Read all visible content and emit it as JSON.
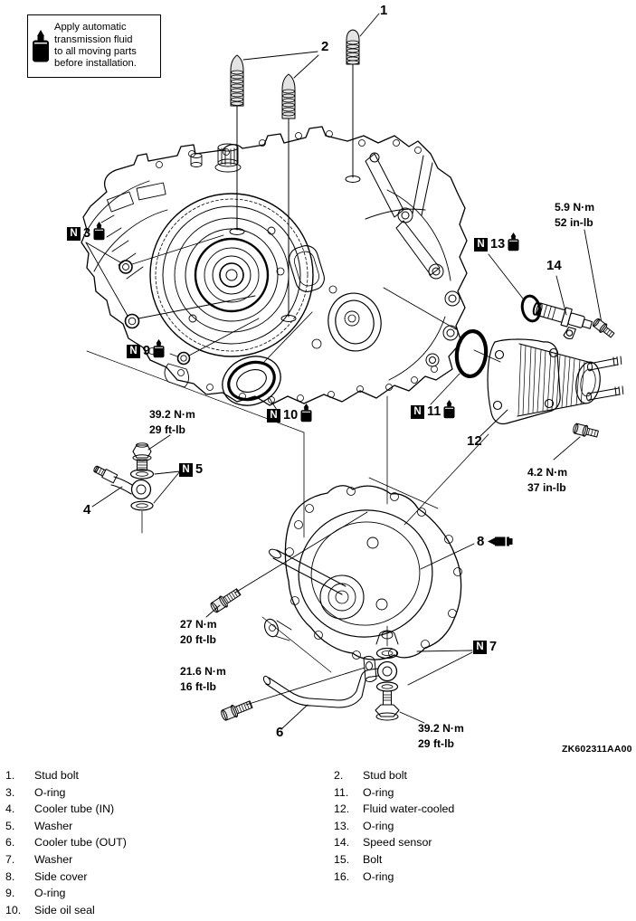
{
  "note": {
    "lines": [
      "Apply automatic",
      "transmission fluid",
      "to all moving parts",
      "before installation."
    ]
  },
  "n_symbol": "N",
  "callouts": {
    "c1": "1",
    "c2": "2",
    "c4": "4",
    "c6": "6",
    "c8": "8",
    "c12": "12",
    "c14": "14"
  },
  "n_callouts": {
    "n3": "3",
    "n5": "5",
    "n7": "7",
    "n9": "9",
    "n10": "10",
    "n11": "11",
    "n13": "13"
  },
  "torque": {
    "speed_sensor_bolt": {
      "metric": "5.9 N·m",
      "imperial": "52 in-lb"
    },
    "cooler_tube_in_bolt": {
      "metric": "39.2 N·m",
      "imperial": "29 ft-lb"
    },
    "water_cooler_bolt": {
      "metric": "4.2 N·m",
      "imperial": "37 in-lb"
    },
    "side_cover_bolt": {
      "metric": "27 N·m",
      "imperial": "20 ft-lb"
    },
    "tube_bracket_bolt": {
      "metric": "21.6 N·m",
      "imperial": "16 ft-lb"
    },
    "cooler_tube_out_bolt": {
      "metric": "39.2 N·m",
      "imperial": "29 ft-lb"
    }
  },
  "ref_code": "ZK602311AA00",
  "legend": {
    "left": [
      {
        "num": "1.",
        "label": "Stud bolt"
      },
      {
        "num": "3.",
        "label": "O-ring"
      },
      {
        "num": "4.",
        "label": "Cooler tube (IN)"
      },
      {
        "num": "5.",
        "label": "Washer"
      },
      {
        "num": "6.",
        "label": "Cooler tube (OUT)"
      },
      {
        "num": "7.",
        "label": "Washer"
      },
      {
        "num": "8.",
        "label": "Side cover"
      },
      {
        "num": "9.",
        "label": "O-ring"
      },
      {
        "num": "10.",
        "label": "Side oil seal"
      }
    ],
    "right": [
      {
        "num": "2.",
        "label": "Stud bolt"
      },
      {
        "num": "11.",
        "label": "O-ring"
      },
      {
        "num": "12.",
        "label": "Fluid water-cooled"
      },
      {
        "num": "13.",
        "label": "O-ring"
      },
      {
        "num": "14.",
        "label": "Speed sensor"
      },
      {
        "num": "15.",
        "label": "Bolt"
      },
      {
        "num": "16.",
        "label": "O-ring"
      }
    ]
  }
}
